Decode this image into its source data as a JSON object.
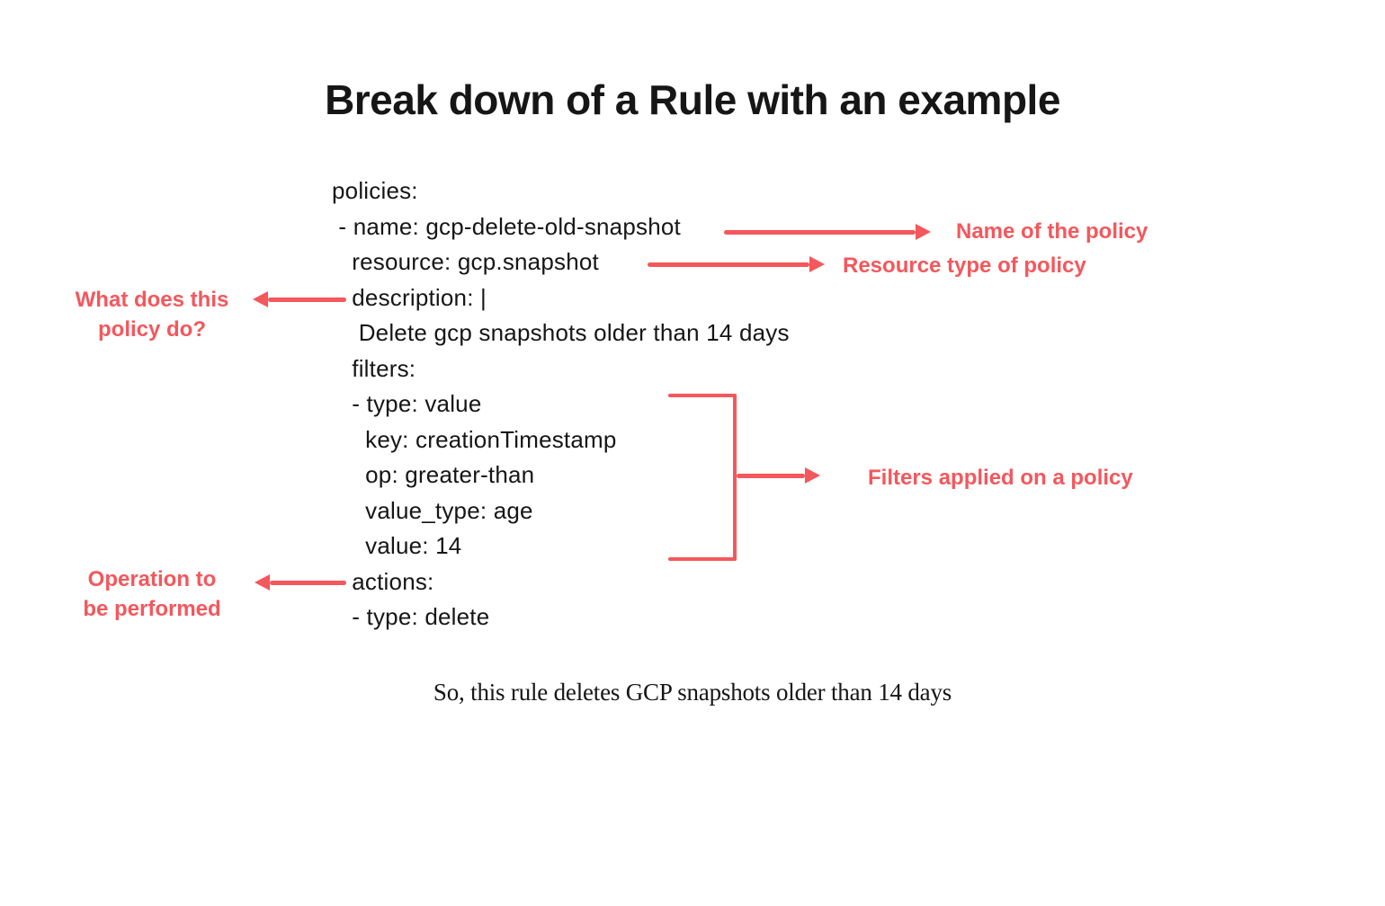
{
  "colors": {
    "background": "#ffffff",
    "ink": "#161616",
    "accent": "#f4575c"
  },
  "title": "Break down of a Rule with an example",
  "yaml": {
    "lines": [
      "policies:",
      " - name: gcp-delete-old-snapshot",
      "   resource: gcp.snapshot",
      "   description: |",
      "    Delete gcp snapshots older than 14 days",
      "   filters:",
      "   - type: value",
      "     key: creationTimestamp",
      "     op: greater-than",
      "     value_type: age",
      "     value: 14",
      "   actions:",
      "   - type: delete"
    ]
  },
  "labels": {
    "name": "Name of the policy",
    "resource": "Resource type of policy",
    "what": [
      "What does this",
      "policy do?"
    ],
    "filters": "Filters applied on a policy",
    "operation": [
      "Operation to",
      "be performed"
    ]
  },
  "footer": "So, this rule deletes GCP snapshots older than 14 days"
}
